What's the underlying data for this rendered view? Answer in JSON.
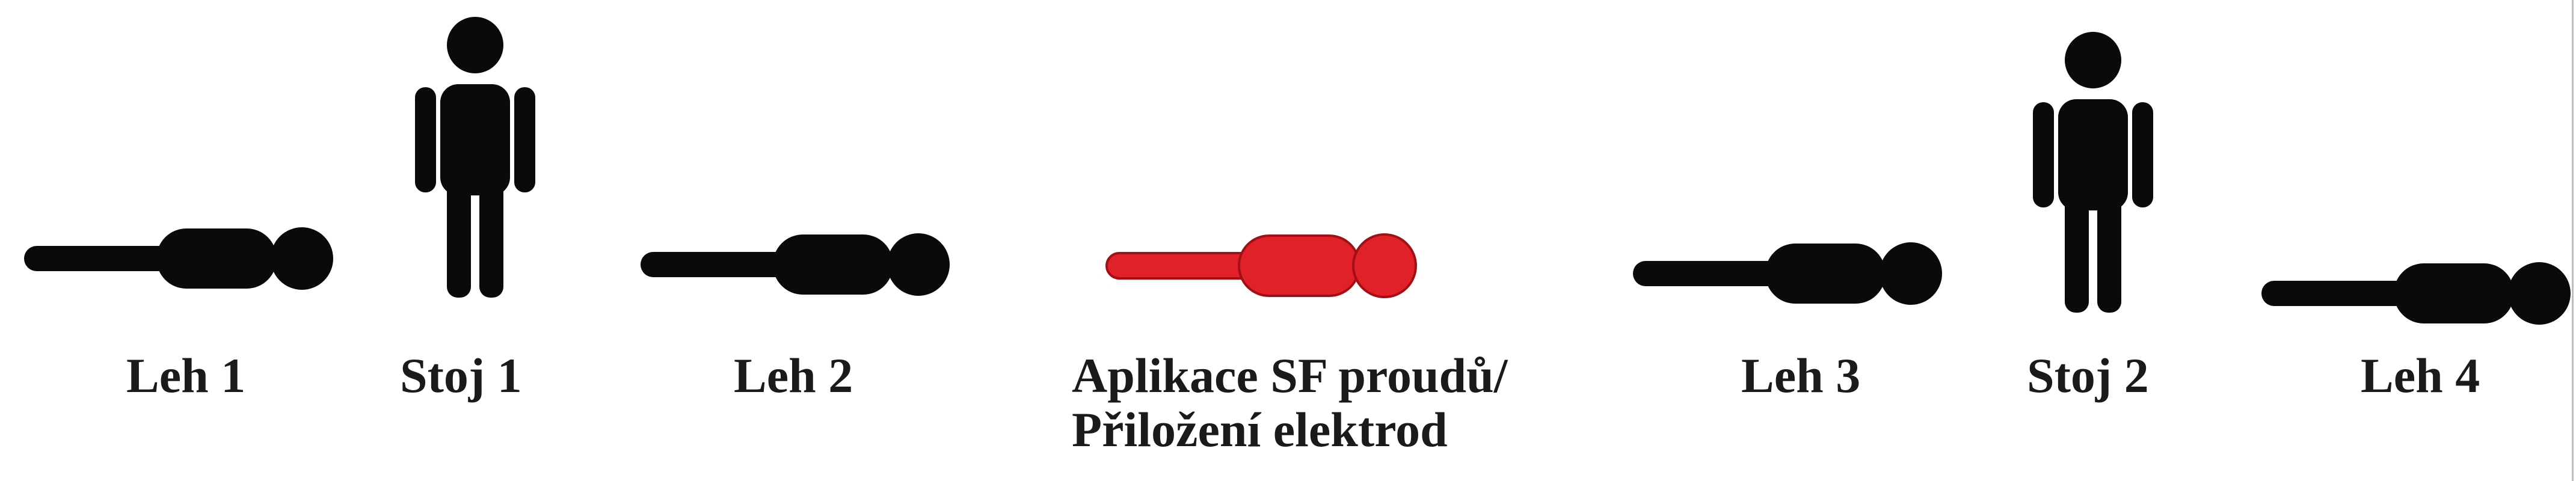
{
  "colors": {
    "figure": "#0a0a0a",
    "highlight": "#e02128",
    "text": "#1a1a1a"
  },
  "steps": [
    {
      "label": "Leh 1",
      "pose": "lying"
    },
    {
      "label": "Stoj 1",
      "pose": "standing"
    },
    {
      "label": "Leh 2",
      "pose": "lying"
    },
    {
      "label_line1": "Aplikace SF proudů/",
      "label_line2": "Přiložení elektrod",
      "pose": "lying",
      "highlighted": true
    },
    {
      "label": "Leh 3",
      "pose": "lying"
    },
    {
      "label": "Stoj 2",
      "pose": "standing"
    },
    {
      "label": "Leh 4",
      "pose": "lying"
    }
  ]
}
